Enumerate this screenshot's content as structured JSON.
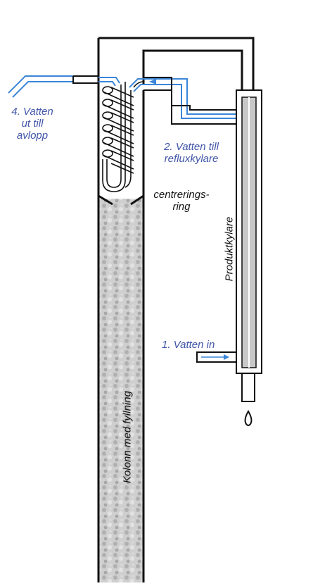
{
  "labels": {
    "water_out": [
      "4. Vatten",
      "ut till",
      "avlopp"
    ],
    "water_reflux": [
      "2. Vatten till",
      "refluxkylare"
    ],
    "centering_ring": [
      "centrerings-",
      "ring"
    ],
    "product_cooler": "Produktkylare",
    "water_in": "1. Vatten in",
    "column": "Kolonn med fyllning"
  },
  "colors": {
    "water_pipe": "#3a86d8",
    "label_blue": "#4055a8",
    "outline": "#111111",
    "packing": "#c4c4c4",
    "cooler_jacket": "#c8c8c8"
  }
}
